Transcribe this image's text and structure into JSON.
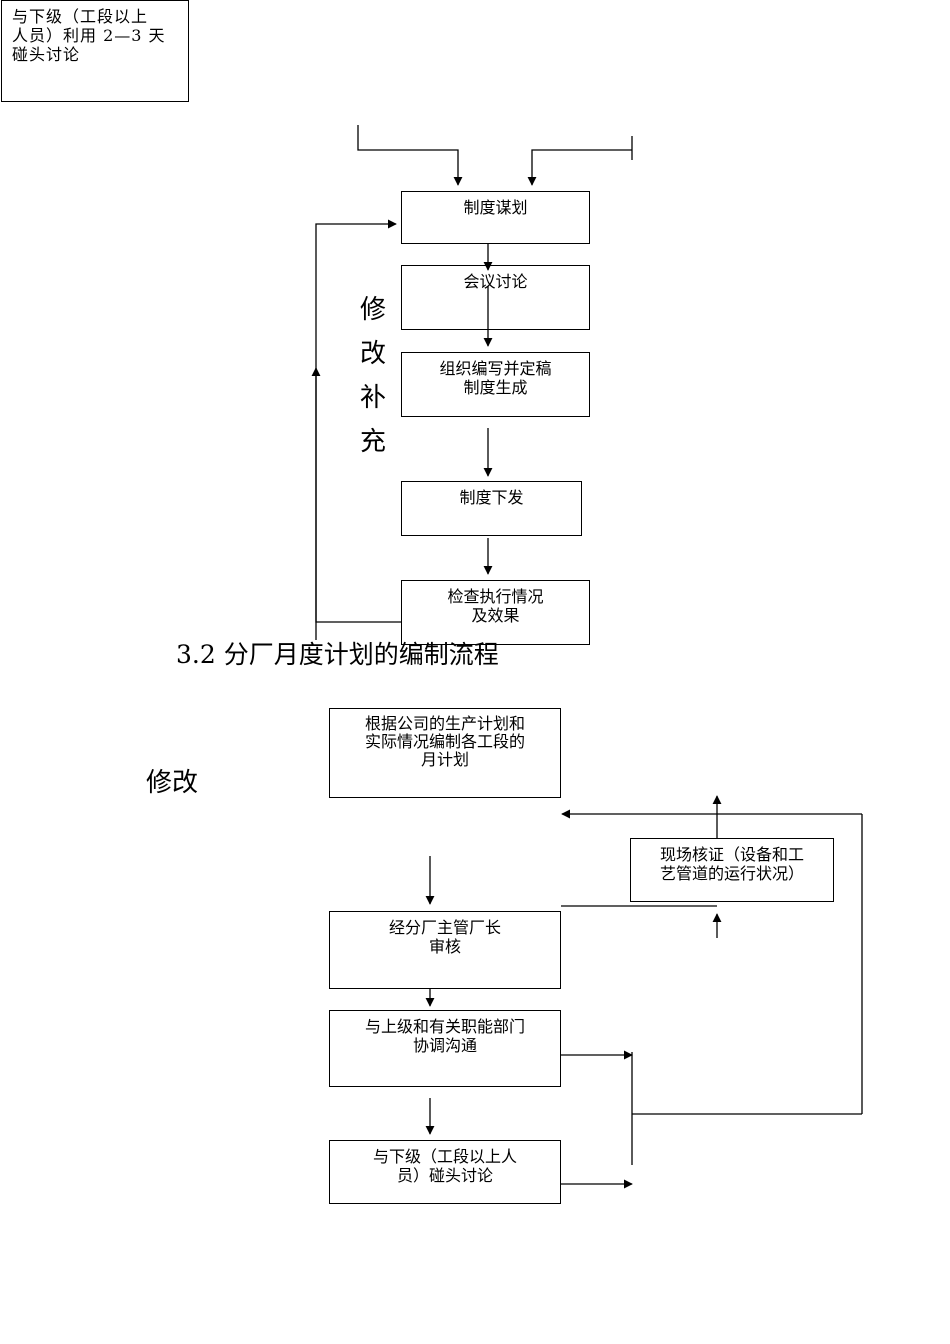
{
  "top_note": {
    "lines": [
      "与下级（工段以上",
      "人员）利用 2—3 天",
      "碰头讨论"
    ]
  },
  "flow1": {
    "steps": [
      {
        "lines": [
          "制度谋划"
        ]
      },
      {
        "lines": [
          "会议讨论"
        ]
      },
      {
        "lines": [
          "组织编写并定稿",
          "制度生成"
        ]
      },
      {
        "lines": [
          "制度下发"
        ]
      },
      {
        "lines": [
          "检查执行情况",
          "及效果"
        ]
      }
    ],
    "loop_label": [
      "修",
      "改",
      "补",
      "充"
    ]
  },
  "section_heading": "3.2 分厂月度计划的编制流程",
  "flow2": {
    "side_label": "修改",
    "steps": [
      {
        "lines": [
          "根据公司的生产计划和",
          "实际情况编制各工段的",
          "月计划"
        ]
      },
      {
        "lines": [
          "经分厂主管厂长",
          "审核"
        ]
      },
      {
        "lines": [
          "与上级和有关职能部门",
          "协调沟通"
        ]
      },
      {
        "lines": [
          "与下级（工段以上人",
          "员）碰头讨论"
        ]
      }
    ],
    "verify": {
      "lines": [
        "现场核证（设备和工",
        "艺管道的运行状况）"
      ]
    }
  }
}
